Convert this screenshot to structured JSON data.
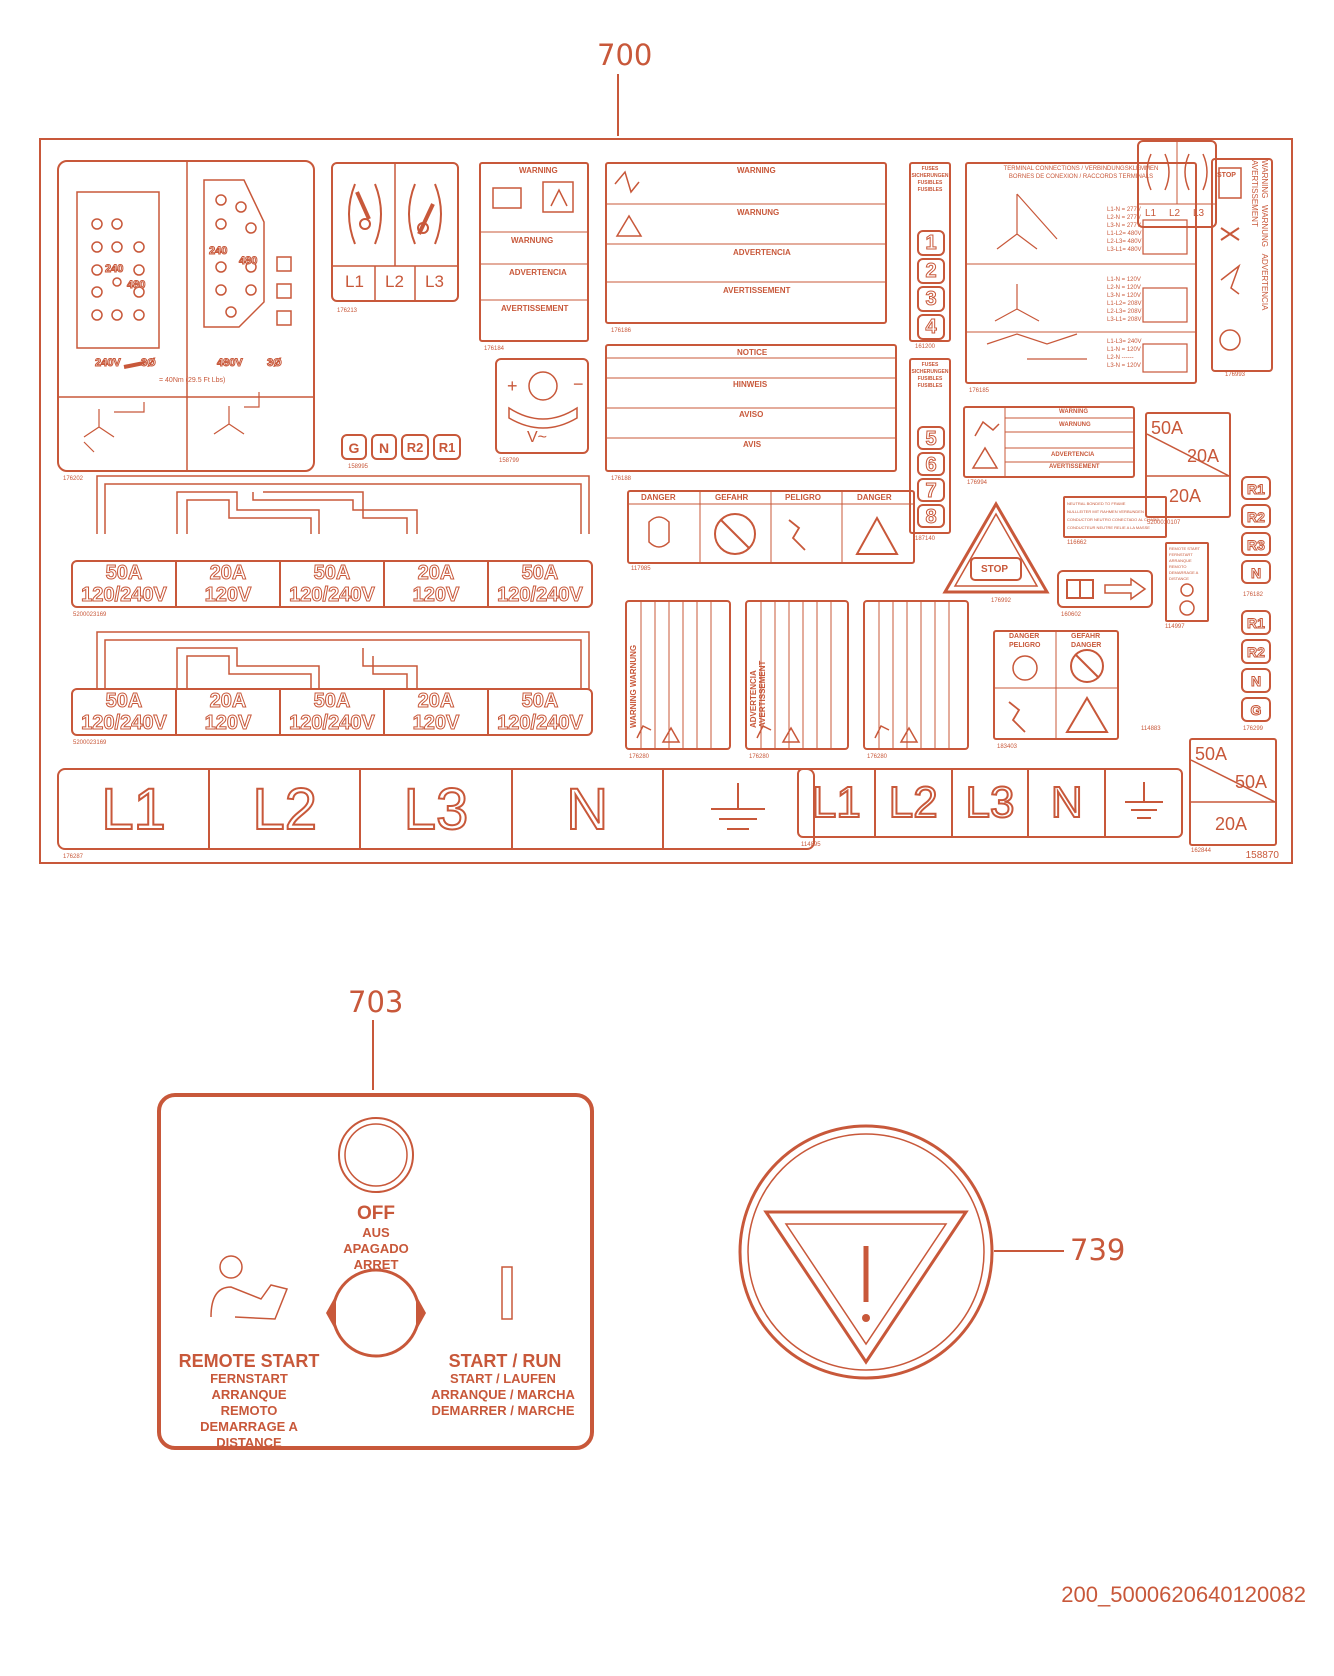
{
  "callouts": {
    "c700": "700",
    "c703": "703",
    "c739": "739"
  },
  "sheet_id": "158870",
  "drawing_id": "200_5000620640120082",
  "wiring_plate": {
    "left_voltage": "240V",
    "left_phase": "3Ø",
    "right_voltage": "480V",
    "right_phase": "3Ø",
    "left_center_top": "240",
    "left_center_bottom": "480",
    "right_center_top": "240",
    "right_center_bottom": "480",
    "torque": "= 40Nm (29.5 Ft Lbs)",
    "part_number": "176202"
  },
  "phase_selector": {
    "labels": [
      "L1",
      "L2",
      "L3"
    ],
    "part_number": "176213"
  },
  "ground_row": {
    "labels": [
      "G",
      "N",
      "R2",
      "R1"
    ],
    "part_number": "158995"
  },
  "warning_184": {
    "headings": [
      "WARNING",
      "WARNUNG",
      "ADVERTENCIA",
      "AVERTISSEMENT"
    ],
    "part_number": "176184"
  },
  "warning_186": {
    "headings": [
      "WARNING",
      "WARNUNG",
      "ADVERTENCIA",
      "AVERTISSEMENT"
    ],
    "part_number": "176186"
  },
  "notice_188": {
    "headings": [
      "NOTICE",
      "HINWEIS",
      "AVISO",
      "AVIS"
    ],
    "part_number": "176188"
  },
  "fuses_top": {
    "header": [
      "FUSES",
      "SICHERUNGEN",
      "FUSIBLES",
      "FUSIBLES"
    ],
    "numbers": [
      "1",
      "2",
      "3",
      "4"
    ],
    "part_number": "161200"
  },
  "fuses_bottom": {
    "header": [
      "FUSES",
      "SICHERUNGEN",
      "FUSIBLES",
      "FUSIBLES"
    ],
    "numbers": [
      "5",
      "6",
      "7",
      "8"
    ],
    "part_number": "187140"
  },
  "terminal": {
    "title1": "TERMINAL CONNECTIONS / VERBINDUNGSKLEMMEN",
    "title2": "BORNES DE CONEXION / RACCORDS TERMINALS",
    "block1": [
      "L1-N = 277V",
      "L2-N = 277V",
      "L3-N = 277V",
      "L1-L2= 480V",
      "L2-L3= 480V",
      "L3-L1= 480V"
    ],
    "block2": [
      "L1-N = 120V",
      "L2-N = 120V",
      "L3-N = 120V",
      "L1-L2= 208V",
      "L2-L3= 208V",
      "L3-L1= 208V"
    ],
    "block3": [
      "L1-L3= 240V",
      "L1-N = 120V",
      "L2-N ------",
      "L3-N = 120V"
    ],
    "part_number": "176185"
  },
  "stop_warning": {
    "stop": "STOP",
    "headings": [
      "WARNING",
      "WARNUNG",
      "ADVERTENCIA",
      "AVERTISSEMENT"
    ],
    "part_number": "176993"
  },
  "panel_50a": {
    "top": "50A",
    "mid": "20A",
    "bottom": "20A",
    "part_number": "5200010107"
  },
  "r_column": {
    "labels": [
      "R1",
      "R2",
      "R3",
      "N"
    ],
    "part_number": "176182"
  },
  "r_column2": {
    "labels": [
      "R1",
      "R2",
      "N",
      "G"
    ],
    "part_number": "176299"
  },
  "danger_strip": {
    "headings": [
      "DANGER",
      "GEFAHR",
      "PELIGRO",
      "DANGER"
    ],
    "part_number": "117985"
  },
  "small_warn": {
    "headings": [
      "WARNING",
      "WARNUNG",
      "ADVERTENCIA",
      "AVERTISSEMENT"
    ],
    "part_number": "176994"
  },
  "neutral_tag": {
    "lines": [
      "NEUTRAL BONDED TO FRAME",
      "NULLLEITER MIT RAHMEN VERBUNDEN",
      "CONDUCTOR NEUTRO CONECTADO AL CHASIS",
      "CONDUCTEUR NEUTRE RELIE A LA MASSE"
    ],
    "part_number": "116662"
  },
  "stop_triangle": {
    "text": "STOP",
    "part_number": "176992"
  },
  "manual_tag": {
    "part_number": "160602"
  },
  "remote_small": {
    "lines": [
      "REMOTE START",
      "FERNSTART",
      "ARRANQUE REMOTO",
      "DEMARRAGE A DISTANCE"
    ],
    "part_number": "114997"
  },
  "breakers_row1": {
    "items": [
      {
        "amp": "50A",
        "volt": "120/240V"
      },
      {
        "amp": "20A",
        "volt": "120V"
      },
      {
        "amp": "50A",
        "volt": "120/240V"
      },
      {
        "amp": "20A",
        "volt": "120V"
      },
      {
        "amp": "50A",
        "volt": "120/240V"
      }
    ],
    "part_number": "5200023169"
  },
  "breakers_row2": {
    "items": [
      {
        "amp": "50A",
        "volt": "120/240V"
      },
      {
        "amp": "20A",
        "volt": "120V"
      },
      {
        "amp": "50A",
        "volt": "120/240V"
      },
      {
        "amp": "20A",
        "volt": "120V"
      },
      {
        "amp": "50A",
        "volt": "120/240V"
      }
    ],
    "part_number": "5200023169"
  },
  "vertical_warnings": {
    "headings": [
      "WARNING",
      "WARNUNG",
      "ADVERTENCIA",
      "AVERTISSEMENT"
    ],
    "part_numbers": [
      "176280",
      "176280",
      "176280"
    ]
  },
  "danger_small": {
    "headings": [
      "DANGER",
      "GEFAHR",
      "PELIGRO",
      "DANGER"
    ],
    "part_number": "183403"
  },
  "phase_small": {
    "labels": [
      "L1",
      "L2",
      "L3"
    ],
    "part_number": "114883"
  },
  "terminals_big": {
    "labels": [
      "L1",
      "L2",
      "L3",
      "N"
    ],
    "part_number": "176287"
  },
  "terminals_small": {
    "labels": [
      "L1",
      "L2",
      "L3",
      "N"
    ],
    "part_number": "114895"
  },
  "panel_50a_small": {
    "top": "50A",
    "mid": "50A",
    "bottom": "20A",
    "part_number": "162844"
  },
  "remote_panel": {
    "off": "OFF",
    "off_de": "AUS",
    "off_es": "APAGADO",
    "off_fr": "ARRET",
    "remote": "REMOTE START",
    "remote_de": "FERNSTART",
    "remote_es1": "ARRANQUE",
    "remote_es2": "REMOTO",
    "remote_fr1": "DEMARRAGE A",
    "remote_fr2": "DISTANCE",
    "start": "START / RUN",
    "start_de": "START / LAUFEN",
    "start_es": "ARRANQUE / MARCHA",
    "start_fr": "DEMARRER / MARCHE"
  },
  "colors": {
    "accent": "#c8583a",
    "background": "#ffffff"
  }
}
